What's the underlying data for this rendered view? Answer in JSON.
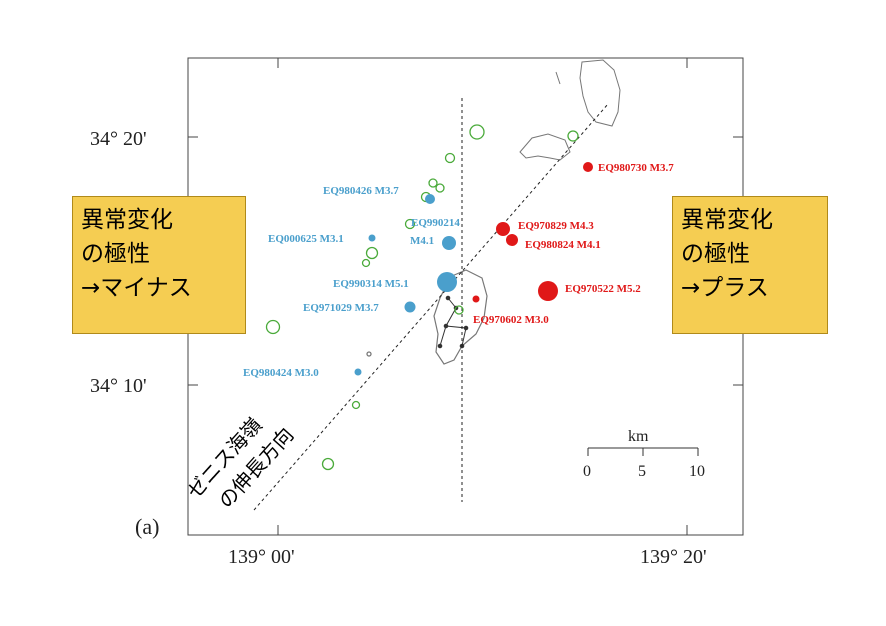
{
  "panel_label": "(a)",
  "axes": {
    "lat_ticks": [
      "34° 20'",
      "34° 10'"
    ],
    "lon_ticks": [
      "139° 00'",
      "139° 20'"
    ]
  },
  "scale_bar": {
    "unit": "km",
    "ticks": [
      "0",
      "5",
      "10"
    ]
  },
  "trend_label": [
    "ゼニス海嶺",
    "の伸長方向"
  ],
  "left_box": [
    "異常変化",
    "の極性",
    "→マイナス"
  ],
  "right_box": [
    "異常変化",
    "の極性",
    "→プラス"
  ],
  "colors": {
    "minus": "#4a9fcc",
    "plus": "#e01818",
    "other": "#4aaa3a",
    "box": "#f5cd52"
  },
  "events": {
    "minus": [
      {
        "label": "EQ980426 M3.7"
      },
      {
        "label": "EQ990214"
      },
      {
        "label": "M4.1"
      },
      {
        "label": "EQ000625 M3.1"
      },
      {
        "label": "EQ990314 M5.1"
      },
      {
        "label": "EQ971029 M3.7"
      },
      {
        "label": "EQ980424 M3.0"
      }
    ],
    "plus": [
      {
        "label": "EQ980730 M3.7"
      },
      {
        "label": "EQ970829 M4.3"
      },
      {
        "label": "EQ980824 M4.1"
      },
      {
        "label": "EQ970522 M5.2"
      },
      {
        "label": "EQ970602 M3.0"
      }
    ]
  }
}
